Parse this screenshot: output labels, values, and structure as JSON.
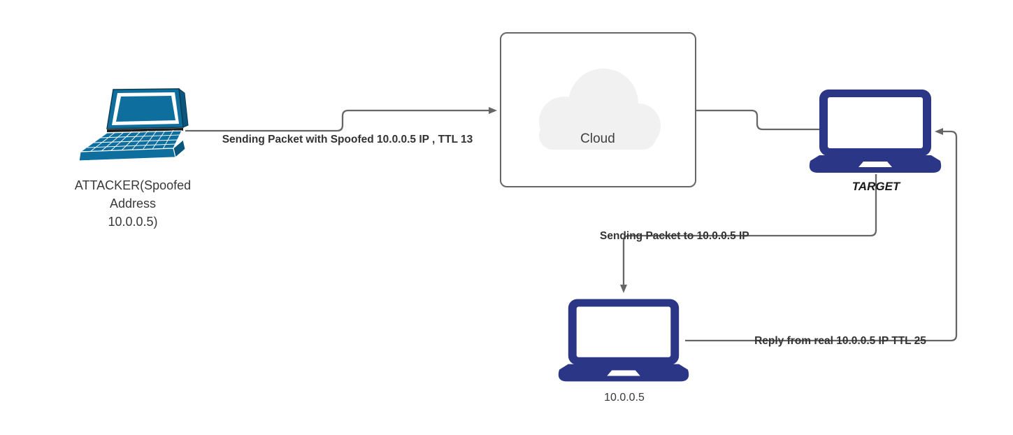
{
  "diagram": {
    "type": "network-attack-flow",
    "nodes": {
      "attacker": {
        "icon": "attacker-laptop-icon",
        "lines": [
          "ATTACKER(Spoofed",
          "Address",
          "10.0.0.5)"
        ]
      },
      "cloud": {
        "icon": "cloud-icon",
        "label": "Cloud"
      },
      "target": {
        "icon": "target-laptop-icon",
        "label": "TARGET"
      },
      "real_host": {
        "icon": "real-host-laptop-icon",
        "label": "10.0.0.5"
      }
    },
    "edges": {
      "attacker_to_cloud": {
        "label": "Sending Packet with Spoofed 10.0.0.5 IP , TTL 13",
        "arrow": "into cloud"
      },
      "cloud_to_target": {
        "label": "",
        "arrow": "none"
      },
      "target_to_real": {
        "label": "Sending Packet to 10.0.0.5 IP",
        "arrow": "into real host"
      },
      "real_to_target": {
        "label": "Reply from real 10.0.0.5 IP TTL 25",
        "arrow": "into target"
      }
    },
    "colors": {
      "attacker_laptop_teal": "#0e6f9f",
      "attacker_laptop_dark": "#0a567d",
      "navy_laptop": "#2b3687",
      "connector_gray": "#666666",
      "edge_label_text": "#333333",
      "node_label_text": "#383838",
      "cloud_fill": "#f1f1f1",
      "cloud_border": "#666666",
      "background": "#ffffff"
    }
  }
}
